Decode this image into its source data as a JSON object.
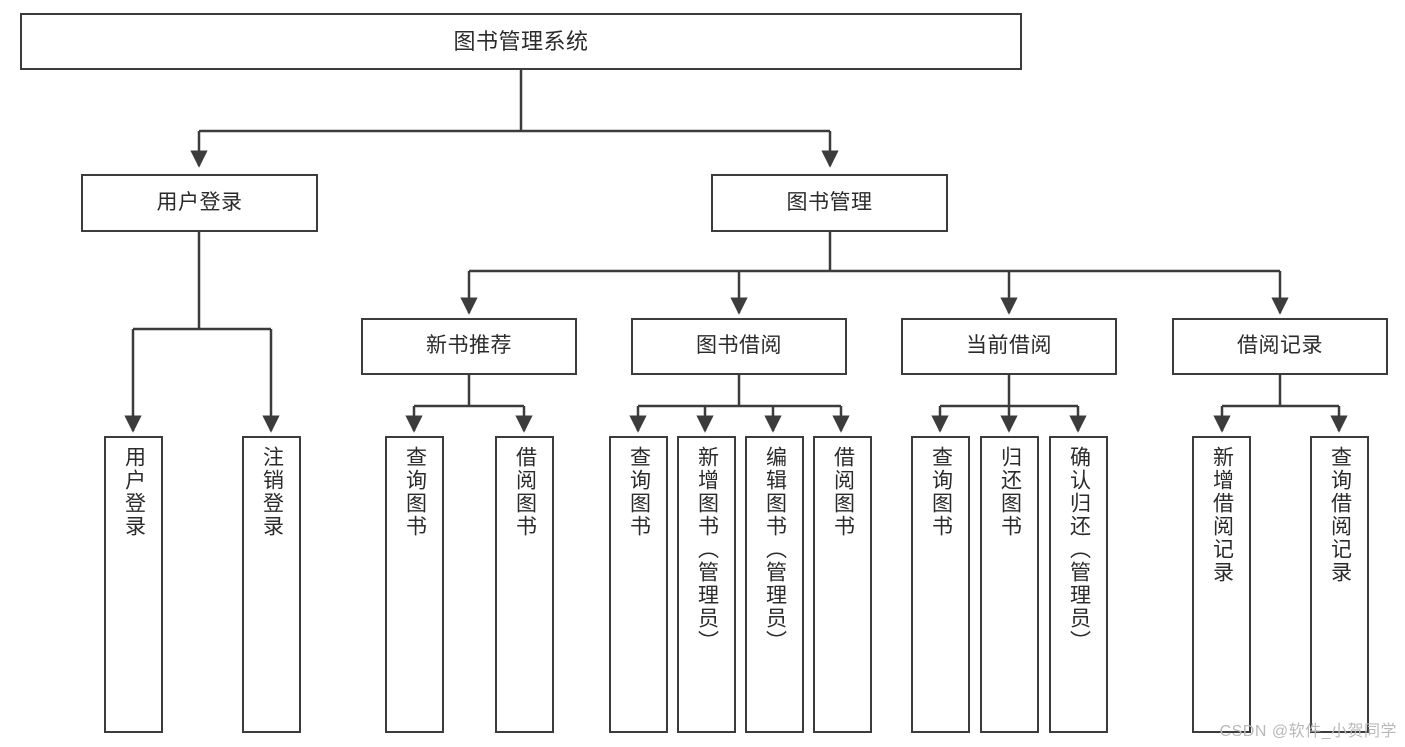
{
  "diagram": {
    "title": "图书管理系统",
    "type": "hierarchy-tree",
    "watermark": "CSDN @软件_小贺同学",
    "colors": {
      "background": "#ffffff",
      "stroke": "#3c3c3c",
      "text": "#2b2b2b",
      "watermark": "#b9b9b9"
    },
    "root": {
      "label": "图书管理系统"
    },
    "level2": [
      {
        "label": "用户登录"
      },
      {
        "label": "图书管理"
      }
    ],
    "level3": [
      {
        "label": "新书推荐"
      },
      {
        "label": "图书借阅"
      },
      {
        "label": "当前借阅"
      },
      {
        "label": "借阅记录"
      }
    ],
    "leaves": {
      "user_login": [
        {
          "label": "用户登录"
        },
        {
          "label": "注销登录"
        }
      ],
      "new_book_recommend": [
        {
          "label": "查询图书"
        },
        {
          "label": "借阅图书"
        }
      ],
      "book_borrow": [
        {
          "label": "查询图书"
        },
        {
          "label": "新增图书（管理员）"
        },
        {
          "label": "编辑图书（管理员）"
        },
        {
          "label": "借阅图书"
        }
      ],
      "current_borrow": [
        {
          "label": "查询图书"
        },
        {
          "label": "归还图书"
        },
        {
          "label": "确认归还（管理员）"
        }
      ],
      "borrow_record": [
        {
          "label": "新增借阅记录"
        },
        {
          "label": "查询借阅记录"
        }
      ]
    }
  }
}
